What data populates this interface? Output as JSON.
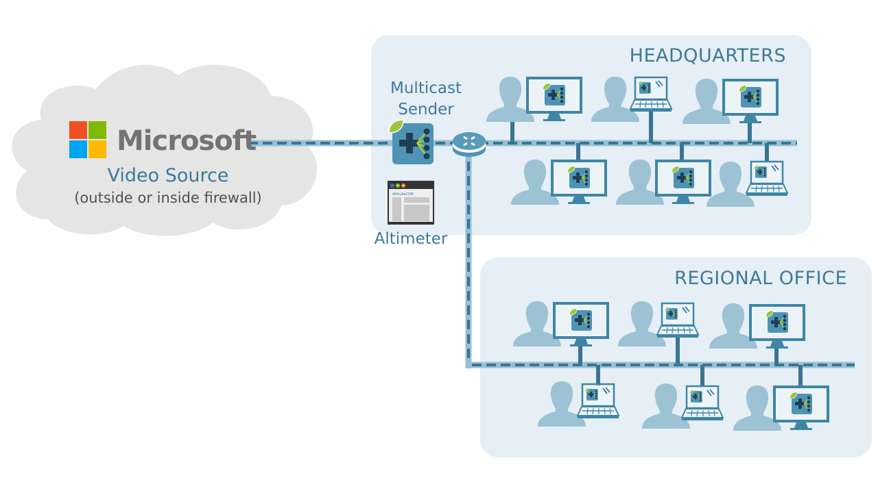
{
  "source": {
    "brand": "Microsoft",
    "title": "Video Source",
    "subtitle": "(outside or inside firewall)",
    "logo_colors": [
      "#f25022",
      "#7fba00",
      "#00a4ef",
      "#ffb900"
    ]
  },
  "sender": {
    "label_line1": "Multicast",
    "label_line2": "Sender",
    "icon": "multicast-sender-icon"
  },
  "altimeter": {
    "label": "Altimeter",
    "window_brand": "AltitudeCDN"
  },
  "router": {
    "icon": "router-icon"
  },
  "zones": {
    "headquarters": {
      "title": "HEADQUARTERS",
      "endpoints_top": [
        "desktop",
        "laptop",
        "desktop"
      ],
      "endpoints_bottom": [
        "desktop",
        "desktop",
        "laptop"
      ]
    },
    "regional": {
      "title": "REGIONAL OFFICE",
      "endpoints_top": [
        "desktop",
        "laptop",
        "desktop"
      ],
      "endpoints_bottom": [
        "laptop",
        "laptop",
        "desktop"
      ]
    }
  },
  "colors": {
    "zone_bg": "#e6eff5",
    "cloud": "#e5e5e5",
    "accent": "#3d7a97",
    "person": "#9cc2d4",
    "line_outer": "#97c0d6",
    "line_dash": "#3a7490",
    "leaf": "#9dc43b"
  }
}
